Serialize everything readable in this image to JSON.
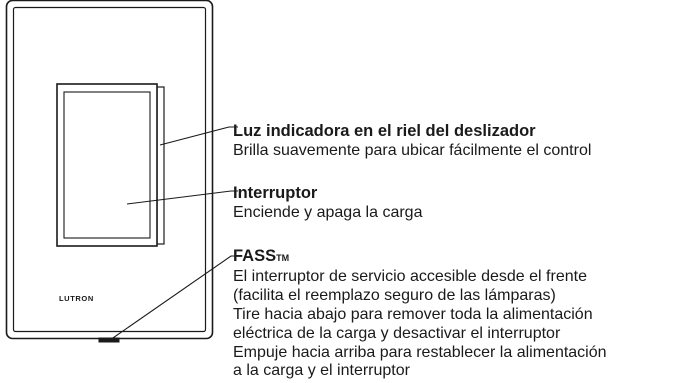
{
  "device": {
    "logo_text": "LUTRON"
  },
  "callouts": {
    "led": {
      "title": "Luz indicadora en el riel del deslizador",
      "lines": [
        "Brilla suavemente para ubicar fácilmente el control"
      ]
    },
    "switch": {
      "title": "Interruptor",
      "lines": [
        "Enciende y apaga la carga"
      ]
    },
    "fass": {
      "title": "FASS",
      "title_suffix": "TM",
      "lines": [
        "El interruptor de servicio accesible desde el frente",
        "(facilita el reemplazo seguro de las lámparas)",
        "Tire hacia abajo para remover toda la alimentación",
        "eléctrica de la carga y desactivar el interruptor",
        "Empuje hacia arriba para restablecer la alimentación",
        "a la carga y el interruptor"
      ]
    }
  },
  "colors": {
    "line": "#1a1a1a",
    "background": "#ffffff"
  }
}
